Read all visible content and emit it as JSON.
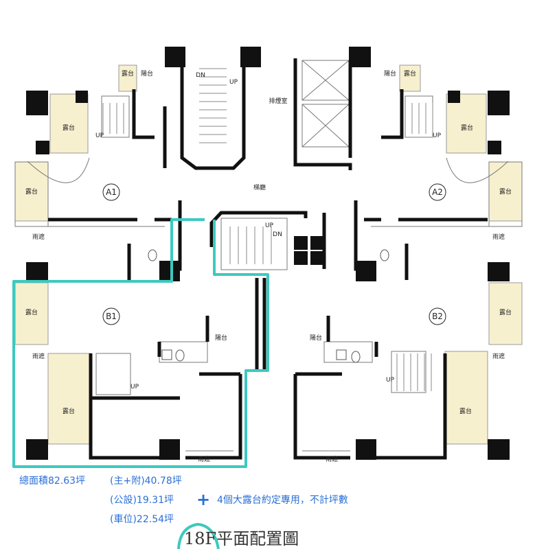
{
  "title": "18F平面配置圖",
  "notes": {
    "total": "總面積82.63坪",
    "main": "(主+附)40.78坪",
    "public": "(公設)19.31坪",
    "parking": "(車位)22.54坪",
    "plus": "+",
    "terrace": "4個大露台約定專用，不計坪數"
  },
  "units": [
    "A1",
    "A2",
    "B1",
    "B2"
  ],
  "labels": {
    "terrace": "露台",
    "balcony": "陽台",
    "canopy": "雨遮",
    "exhaust_room": "排煙室",
    "corridor": "梯廳",
    "up": "UP",
    "dn": "DN"
  },
  "colors": {
    "wall": "#111111",
    "terrace_fill": "#f7f0cf",
    "highlight": "#3cc9c0",
    "note_text": "#2a6fd6"
  }
}
